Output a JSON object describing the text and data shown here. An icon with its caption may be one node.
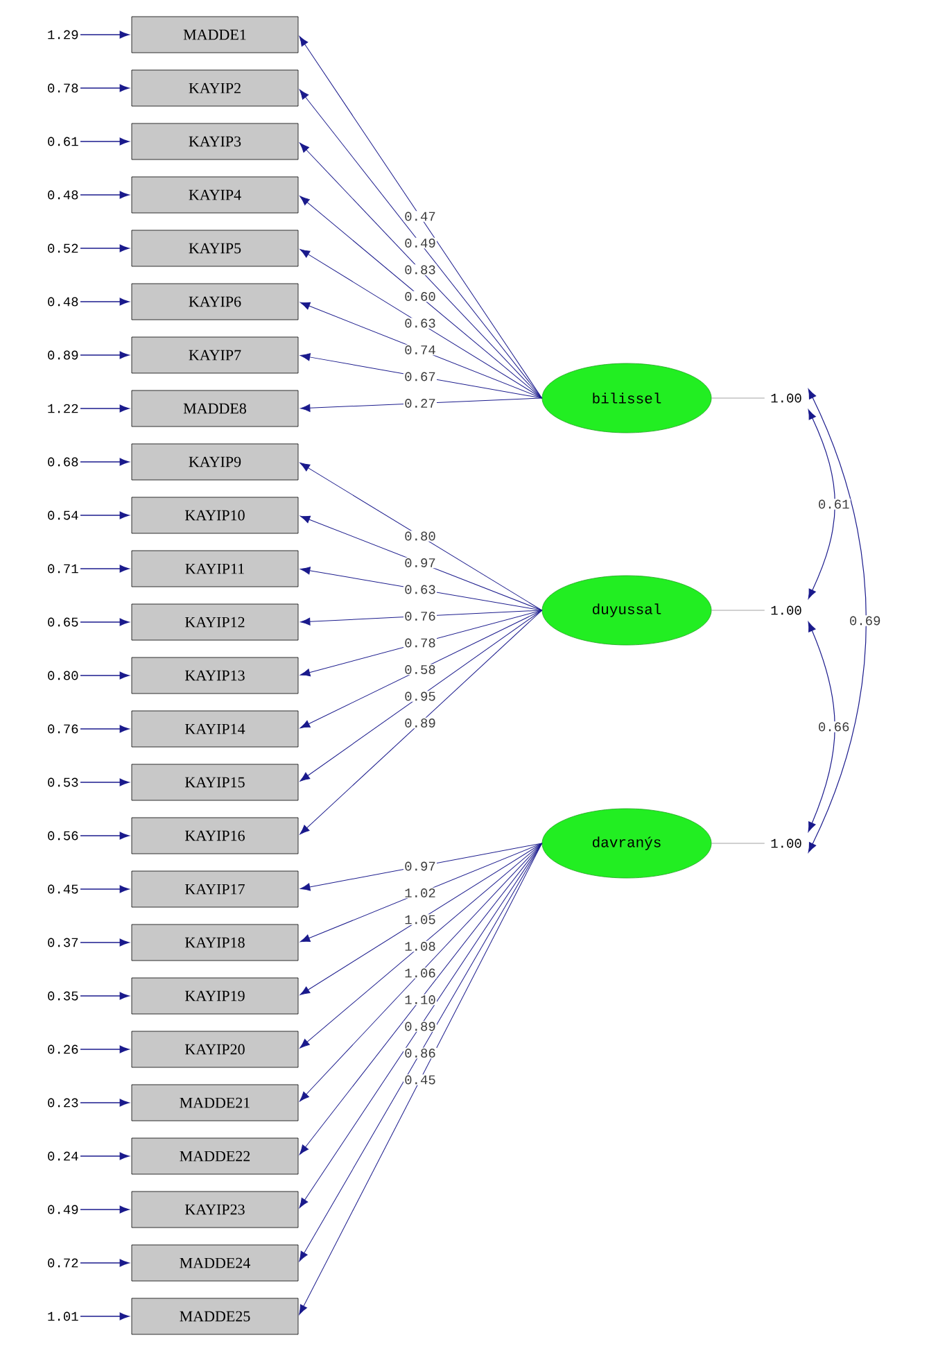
{
  "diagram": {
    "nodes": [
      {
        "text": [
          "MADDE1"
        ]
      },
      {
        "text": [
          "KAYIP2"
        ]
      },
      {
        "text": [
          "KAYIP3"
        ]
      },
      {
        "text": [
          "KAYIP4"
        ]
      },
      {
        "text": [
          "KAYIP5"
        ]
      },
      {
        "text": [
          "KAYIP6"
        ]
      },
      {
        "text": [
          "KAYIP7"
        ]
      },
      {
        "text": [
          "MADDE8"
        ]
      },
      {
        "text": [
          "KAYIP9"
        ]
      },
      {
        "text": [
          "KAYIP10"
        ]
      },
      {
        "text": [
          "KAYIP11"
        ]
      },
      {
        "text": [
          "KAYIP12"
        ]
      },
      {
        "text": [
          "KAYIP13"
        ]
      },
      {
        "text": [
          "KAYIP14"
        ]
      },
      {
        "text": [
          "KAYIP15"
        ]
      },
      {
        "text": [
          "KAYIP16"
        ]
      },
      {
        "text": [
          "KAYIP17"
        ]
      },
      {
        "text": [
          "KAYIP18"
        ]
      },
      {
        "text": [
          "KAYIP19"
        ]
      },
      {
        "text": [
          "KAYIP20"
        ]
      },
      {
        "text": [
          "MADDE21"
        ]
      },
      {
        "text": [
          "MADDE22"
        ]
      },
      {
        "text": [
          "KAYIP23"
        ]
      },
      {
        "text": [
          "MADDE24"
        ]
      },
      {
        "text": [
          "MADDE25"
        ]
      },
      {
        "text": [
          "1.29"
        ]
      },
      {
        "text": [
          "0.78"
        ]
      },
      {
        "text": [
          "0.61"
        ]
      },
      {
        "text": [
          "0.48"
        ]
      },
      {
        "text": [
          "0.52"
        ]
      },
      {
        "text": [
          "0.48"
        ]
      },
      {
        "text": [
          "0.89"
        ]
      },
      {
        "text": [
          "1.22"
        ]
      },
      {
        "text": [
          "0.68"
        ]
      },
      {
        "text": [
          "0.54"
        ]
      },
      {
        "text": [
          "0.71"
        ]
      },
      {
        "text": [
          "0.65"
        ]
      },
      {
        "text": [
          "0.80"
        ]
      },
      {
        "text": [
          "0.76"
        ]
      },
      {
        "text": [
          "0.53"
        ]
      },
      {
        "text": [
          "0.56"
        ]
      },
      {
        "text": [
          "0.45"
        ]
      },
      {
        "text": [
          "0.37"
        ]
      },
      {
        "text": [
          "0.35"
        ]
      },
      {
        "text": [
          "0.26"
        ]
      },
      {
        "text": [
          "0.23"
        ]
      },
      {
        "text": [
          "0.24"
        ]
      },
      {
        "text": [
          "0.49"
        ]
      },
      {
        "text": [
          "0.72"
        ]
      },
      {
        "text": [
          "1.01"
        ]
      },
      {
        "text": [
          "bilissel"
        ]
      },
      {
        "text": [
          "duyussal"
        ]
      },
      {
        "text": [
          "davranýs"
        ]
      },
      {
        "text": [
          "1.00"
        ]
      },
      {
        "text": [
          "1.00"
        ]
      },
      {
        "text": [
          "1.00"
        ]
      }
    ],
    "edges": [
      {
        "from": 25,
        "to": 0,
        "arrow": "to"
      },
      {
        "from": 26,
        "to": 1,
        "arrow": "to"
      },
      {
        "from": 27,
        "to": 2,
        "arrow": "to"
      },
      {
        "from": 28,
        "to": 3,
        "arrow": "to"
      },
      {
        "from": 29,
        "to": 4,
        "arrow": "to"
      },
      {
        "from": 30,
        "to": 5,
        "arrow": "to"
      },
      {
        "from": 31,
        "to": 6,
        "arrow": "to"
      },
      {
        "from": 32,
        "to": 7,
        "arrow": "to"
      },
      {
        "from": 33,
        "to": 8,
        "arrow": "to"
      },
      {
        "from": 34,
        "to": 9,
        "arrow": "to"
      },
      {
        "from": 35,
        "to": 10,
        "arrow": "to"
      },
      {
        "from": 36,
        "to": 11,
        "arrow": "to"
      },
      {
        "from": 37,
        "to": 12,
        "arrow": "to"
      },
      {
        "from": 38,
        "to": 13,
        "arrow": "to"
      },
      {
        "from": 39,
        "to": 14,
        "arrow": "to"
      },
      {
        "from": 40,
        "to": 15,
        "arrow": "to"
      },
      {
        "from": 41,
        "to": 16,
        "arrow": "to"
      },
      {
        "from": 42,
        "to": 17,
        "arrow": "to"
      },
      {
        "from": 43,
        "to": 18,
        "arrow": "to"
      },
      {
        "from": 44,
        "to": 19,
        "arrow": "to"
      },
      {
        "from": 45,
        "to": 20,
        "arrow": "to"
      },
      {
        "from": 46,
        "to": 21,
        "arrow": "to"
      },
      {
        "from": 47,
        "to": 22,
        "arrow": "to"
      },
      {
        "from": 48,
        "to": 23,
        "arrow": "to"
      },
      {
        "from": 49,
        "to": 24,
        "arrow": "to"
      },
      {
        "from": 50,
        "to": 0,
        "arrow": "to",
        "label": "0.47"
      },
      {
        "from": 50,
        "to": 1,
        "arrow": "to",
        "label": "0.49"
      },
      {
        "from": 50,
        "to": 2,
        "arrow": "to",
        "label": "0.83"
      },
      {
        "from": 50,
        "to": 3,
        "arrow": "to",
        "label": "0.60"
      },
      {
        "from": 50,
        "to": 4,
        "arrow": "to",
        "label": "0.63"
      },
      {
        "from": 50,
        "to": 5,
        "arrow": "to",
        "label": "0.74"
      },
      {
        "from": 50,
        "to": 6,
        "arrow": "to",
        "label": "0.67"
      },
      {
        "from": 50,
        "to": 7,
        "arrow": "to",
        "label": "0.27"
      },
      {
        "from": 51,
        "to": 8,
        "arrow": "to",
        "label": "0.80"
      },
      {
        "from": 51,
        "to": 9,
        "arrow": "to",
        "label": "0.97"
      },
      {
        "from": 51,
        "to": 10,
        "arrow": "to",
        "label": "0.63"
      },
      {
        "from": 51,
        "to": 11,
        "arrow": "to",
        "label": "0.76"
      },
      {
        "from": 51,
        "to": 12,
        "arrow": "to",
        "label": "0.78"
      },
      {
        "from": 51,
        "to": 13,
        "arrow": "to",
        "label": "0.58"
      },
      {
        "from": 51,
        "to": 14,
        "arrow": "to",
        "label": "0.95"
      },
      {
        "from": 51,
        "to": 15,
        "arrow": "to",
        "label": "0.89"
      },
      {
        "from": 52,
        "to": 16,
        "arrow": "to",
        "label": "0.97"
      },
      {
        "from": 52,
        "to": 17,
        "arrow": "to",
        "label": "1.02"
      },
      {
        "from": 52,
        "to": 18,
        "arrow": "to",
        "label": "1.05"
      },
      {
        "from": 52,
        "to": 19,
        "arrow": "to",
        "label": "1.08"
      },
      {
        "from": 52,
        "to": 20,
        "arrow": "to",
        "label": "1.06"
      },
      {
        "from": 52,
        "to": 21,
        "arrow": "to",
        "label": "1.10"
      },
      {
        "from": 52,
        "to": 22,
        "arrow": "to",
        "label": "0.89"
      },
      {
        "from": 52,
        "to": 23,
        "arrow": "to",
        "label": "0.86"
      },
      {
        "from": 52,
        "to": 24,
        "arrow": "to",
        "label": "0.45"
      },
      {
        "from": 50,
        "to": 53,
        "arrow": "none",
        "color": "#8c8c8c"
      },
      {
        "from": 51,
        "to": 54,
        "arrow": "none",
        "color": "#8c8c8c"
      },
      {
        "from": 52,
        "to": 55,
        "arrow": "none",
        "color": "#8c8c8c"
      },
      {
        "from": 53,
        "to": 54,
        "arrow": "both",
        "label": "0.61"
      },
      {
        "from": 54,
        "to": 55,
        "arrow": "both",
        "label": "0.66"
      },
      {
        "from": 53,
        "to": 55,
        "arrow": "both",
        "label": "0.69"
      }
    ]
  }
}
